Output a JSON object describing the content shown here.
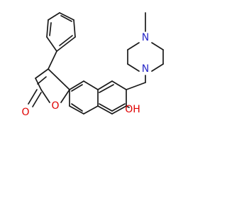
{
  "molecule": {
    "atom_labels": {
      "n_methyl": "N",
      "n_benzyl": "N",
      "o_ring": "O",
      "o_carbonyl": "O",
      "hydroxyl": "OH"
    },
    "colors": {
      "bond": "#1a1a1a",
      "nitrogen": "#2828c8",
      "oxygen": "#e00000"
    }
  }
}
